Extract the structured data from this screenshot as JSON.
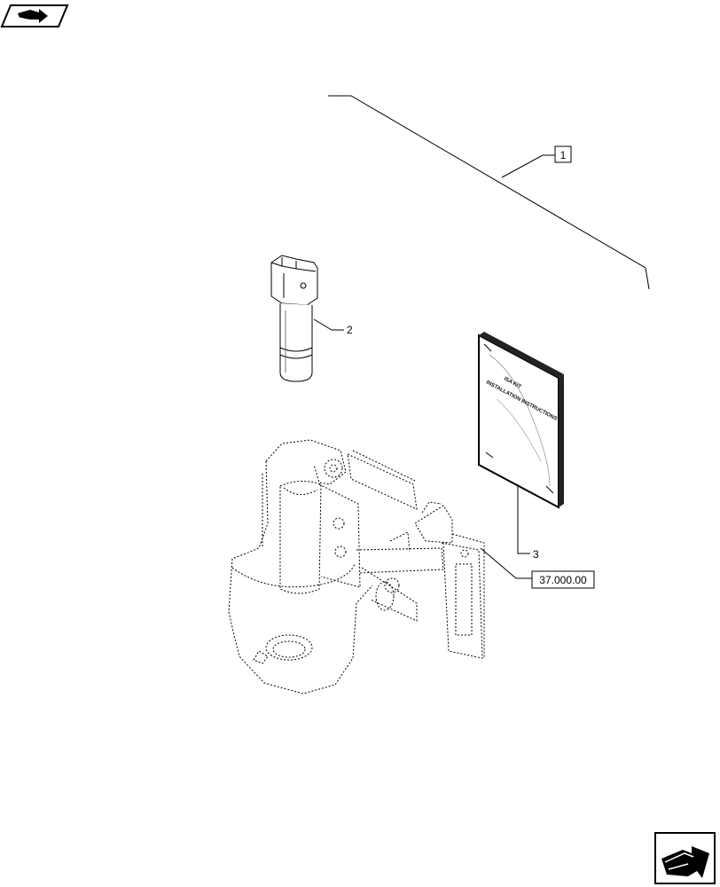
{
  "callouts": {
    "kit": "1",
    "pin": "2",
    "manual": "3"
  },
  "reference": "37.000.00",
  "manual_cover": {
    "line1": "ISA KIT",
    "line2": "INSTALLATION INSTRUCTIONS"
  },
  "icons": {
    "top_left": "previous-page-icon",
    "bottom_right": "next-page-icon"
  }
}
